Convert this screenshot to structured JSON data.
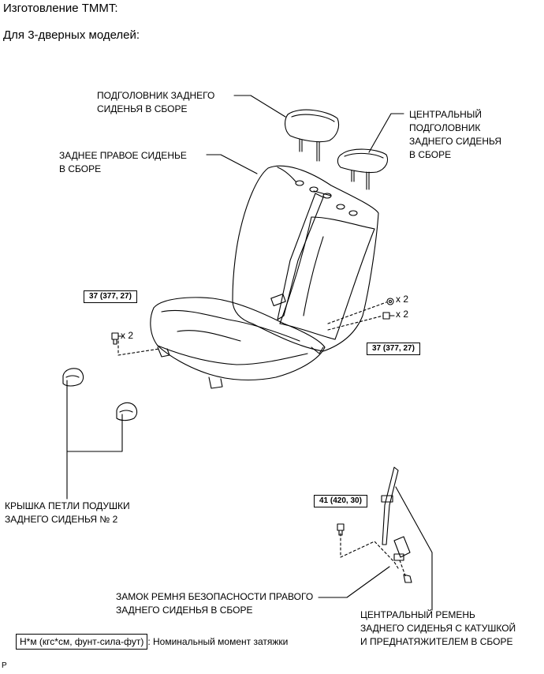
{
  "header": {
    "line1": "Изготовление TMMT:",
    "line2": "Для 3-дверных моделей:"
  },
  "labels": {
    "headrest_rear": [
      "ПОДГОЛОВНИК ЗАДНЕГО",
      "СИДЕНЬЯ В СБОРЕ"
    ],
    "headrest_center": [
      "ЦЕНТРАЛЬНЫЙ",
      "ПОДГОЛОВНИК",
      "ЗАДНЕГО СИДЕНЬЯ",
      "В СБОРЕ"
    ],
    "seat_right": [
      "ЗАДНЕЕ ПРАВОЕ СИДЕНЬЕ",
      "В СБОРЕ"
    ],
    "hinge_cover": [
      "КРЫШКА ПЕТЛИ ПОДУШКИ",
      "ЗАДНЕГО СИДЕНЬЯ № 2"
    ],
    "buckle_right": [
      "ЗАМОК РЕМНЯ БЕЗОПАСНОСТИ ПРАВОГО",
      "ЗАДНЕГО СИДЕНЬЯ В СБОРЕ"
    ],
    "center_belt": [
      "ЦЕНТРАЛЬНЫЙ РЕМЕНЬ",
      "ЗАДНЕГО СИДЕНЬЯ С КАТУШКОЙ",
      "И ПРЕДНАТЯЖИТЕЛЕМ В СБОРЕ"
    ]
  },
  "torque": {
    "left": "37 (377, 27)",
    "right": "37 (377, 27)",
    "belt": "41 (420, 30)"
  },
  "multipliers": {
    "left": "x 2",
    "right_top": "x 2",
    "right_bottom": "x 2"
  },
  "legend": {
    "unit": "Н*м (кгс*см, фунт-сила-фут)",
    "text": ": Номинальный момент затяжки"
  },
  "corner_mark": "P"
}
